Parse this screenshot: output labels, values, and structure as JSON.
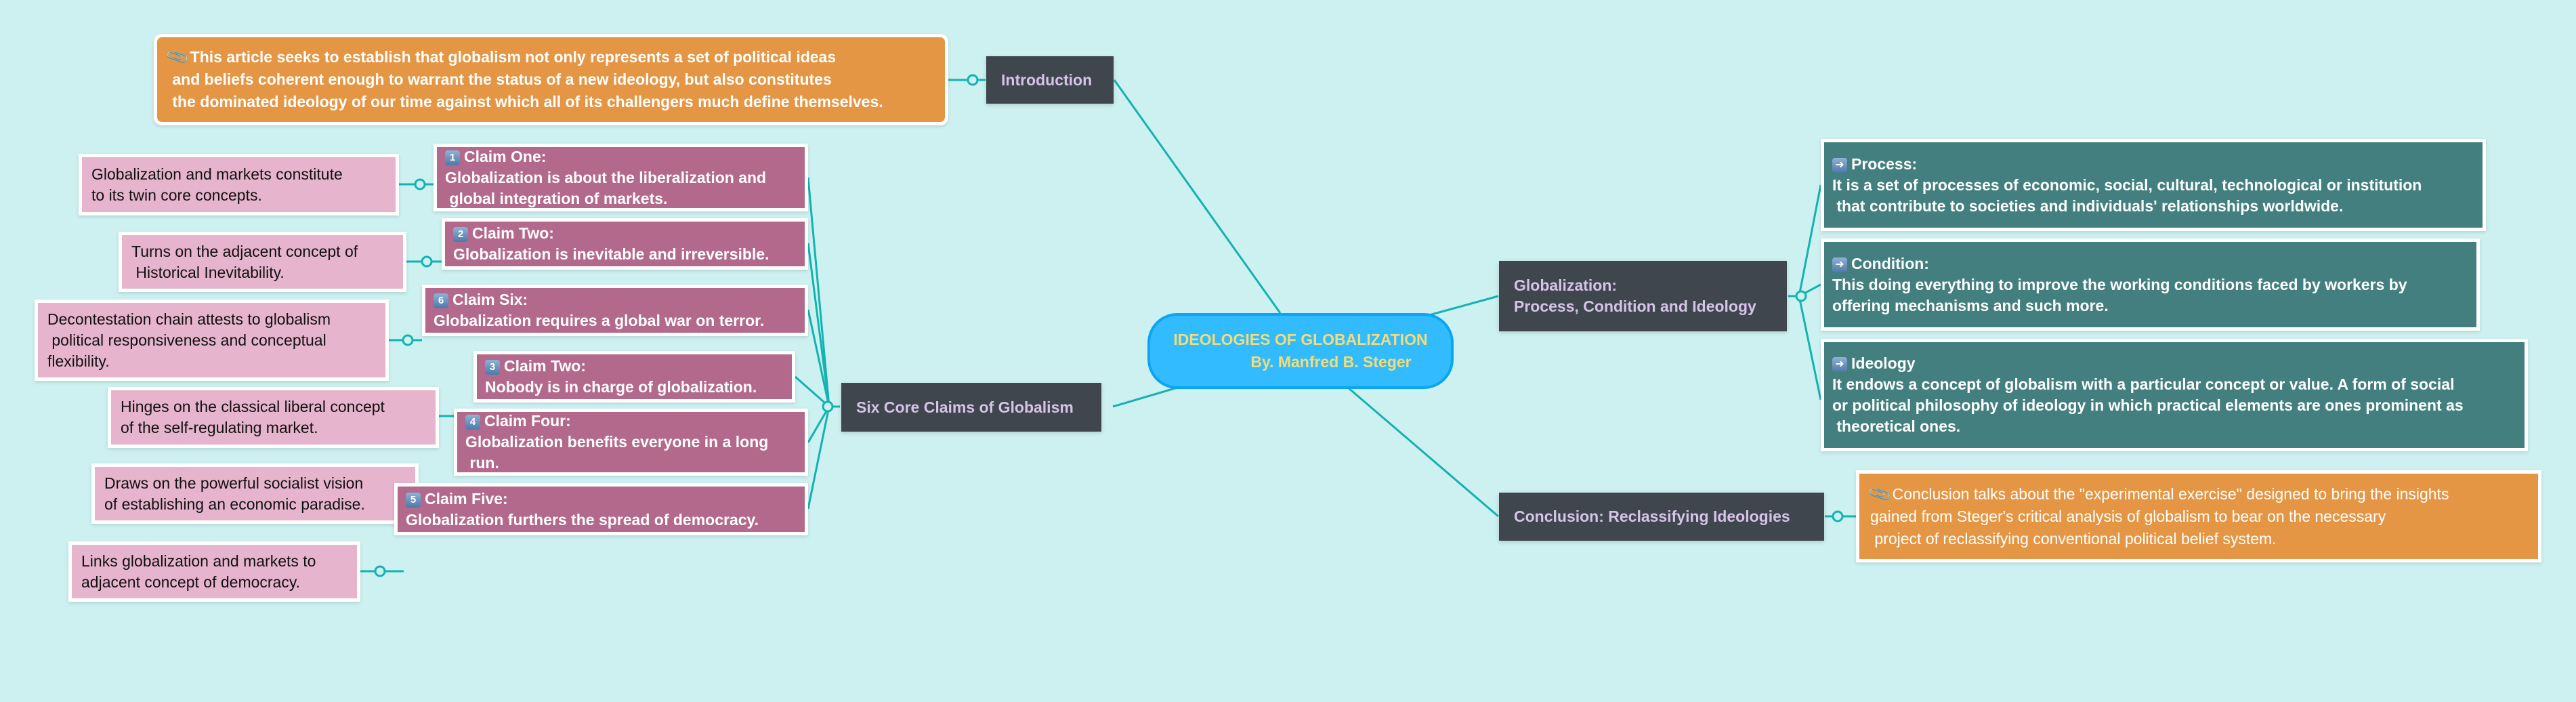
{
  "central": {
    "title": "IDEOLOGIES OF GLOBALIZATION",
    "subtitle": "By. Manfred B. Steger"
  },
  "introduction": {
    "label": "Introduction",
    "note_icon": "paperclip-icon",
    "note_lines": [
      "This article seeks to establish that globalism not only represents a set of political ideas",
      " and beliefs coherent enough to warrant the status of a new ideology, but also constitutes",
      " the dominated ideology of our time against which all of its challengers much define themselves."
    ]
  },
  "claims_topic": {
    "label": "Six Core Claims of Globalism",
    "claims": [
      {
        "badge": "1",
        "title": "Claim One:",
        "lines": [
          "Globalization is about the liberalization and",
          " global integration of markets."
        ],
        "detail_lines": [
          "Globalization and markets constitute",
          "to its twin core concepts."
        ]
      },
      {
        "badge": "2",
        "title": "Claim Two:",
        "lines": [
          "Globalization is inevitable and irreversible."
        ],
        "detail_lines": [
          "Turns on the adjacent concept of",
          " Historical Inevitability."
        ]
      },
      {
        "badge": "6",
        "title": "Claim Six:",
        "lines": [
          "Globalization requires a global war on terror."
        ],
        "detail_lines": [
          "Decontestation chain attests to globalism",
          " political responsiveness and conceptual",
          "flexibility."
        ]
      },
      {
        "badge": "3",
        "title": "Claim Two:",
        "lines": [
          "Nobody is in charge of globalization."
        ],
        "detail_lines": [
          "Hinges on the classical liberal concept",
          "of the self-regulating market."
        ]
      },
      {
        "badge": "4",
        "title": "Claim Four:",
        "lines": [
          "Globalization benefits everyone in a long",
          " run."
        ],
        "detail_lines": [
          "Draws on the powerful socialist vision",
          "of establishing an economic paradise."
        ]
      },
      {
        "badge": "5",
        "title": "Claim Five:",
        "lines": [
          "Globalization furthers the spread of democracy."
        ],
        "detail_lines": [
          "Links globalization and markets to",
          "adjacent concept of democracy."
        ]
      }
    ]
  },
  "globalization_topic": {
    "label_lines": [
      "Globalization:",
      "Process, Condition and Ideology"
    ],
    "items": [
      {
        "icon": "arrow-right-icon",
        "title": "Process:",
        "lines": [
          "It is a set of processes of economic, social, cultural, technological or institution",
          " that contribute to societies and individuals' relationships worldwide."
        ]
      },
      {
        "icon": "arrow-right-icon",
        "title": "Condition:",
        "lines": [
          "This doing everything to improve the working conditions faced by workers by",
          "offering mechanisms and such more."
        ]
      },
      {
        "icon": "arrow-right-icon",
        "title": "Ideology",
        "lines": [
          "It endows a concept of globalism with a particular concept or value. A form of social",
          "or political philosophy of ideology in which practical elements are ones prominent as",
          " theoretical ones."
        ]
      }
    ]
  },
  "conclusion": {
    "label": "Conclusion: Reclassifying Ideologies",
    "note_icon": "paperclip-icon",
    "note_lines": [
      "Conclusion talks about the \"experimental exercise\" designed to bring the insights",
      "gained from Steger's critical analysis of globalism to bear on the necessary",
      " project of reclassifying conventional political belief system."
    ]
  },
  "colors": {
    "background": "#cdf0f0",
    "connector": "#12b3b0",
    "central_fill": "#33bbff",
    "central_text": "#f6dc74",
    "topic_fill": "#3f464e",
    "topic_text": "#d7c3e8",
    "note_orange": "#e59644",
    "claim_fill": "#b3698b",
    "detail_pink": "#e6b4cc",
    "teal_fill": "#427f7e"
  }
}
